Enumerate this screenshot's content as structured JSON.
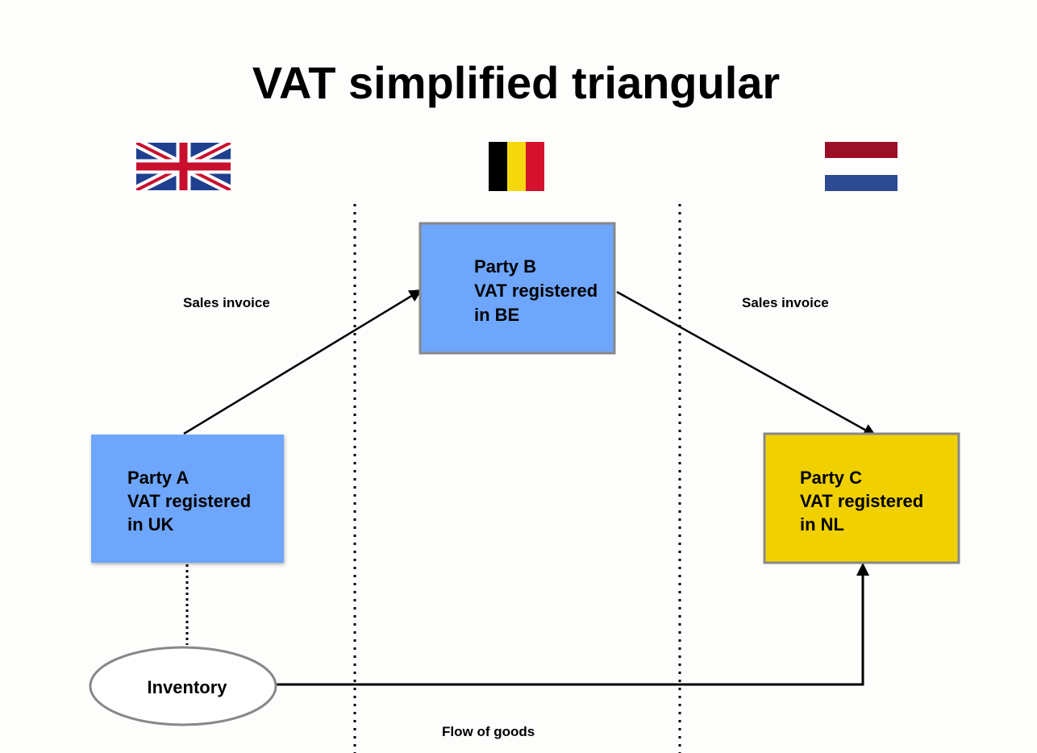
{
  "title": "VAT simplified triangular",
  "flags": [
    {
      "country": "UK",
      "icon": "uk-flag-icon"
    },
    {
      "country": "BE",
      "icon": "belgium-flag-icon",
      "colors": [
        "#000000",
        "#f5d80c",
        "#d4122e"
      ]
    },
    {
      "country": "NL",
      "icon": "netherlands-flag-icon",
      "colors": [
        "#9b1027",
        "#ffffff",
        "#2c4b93"
      ]
    }
  ],
  "parties": {
    "a": {
      "lines": [
        "Party A",
        "VAT registered",
        "in UK"
      ],
      "color": "#6ea6fc"
    },
    "b": {
      "lines": [
        "Party B",
        "VAT registered",
        "in BE"
      ],
      "color": "#6ea6fc"
    },
    "c": {
      "lines": [
        "Party C",
        "VAT registered",
        "in NL"
      ],
      "color": "#f0d000"
    }
  },
  "labels": {
    "sales_invoice_left": "Sales invoice",
    "sales_invoice_right": "Sales invoice",
    "inventory": "Inventory",
    "flow_of_goods": "Flow of goods"
  }
}
